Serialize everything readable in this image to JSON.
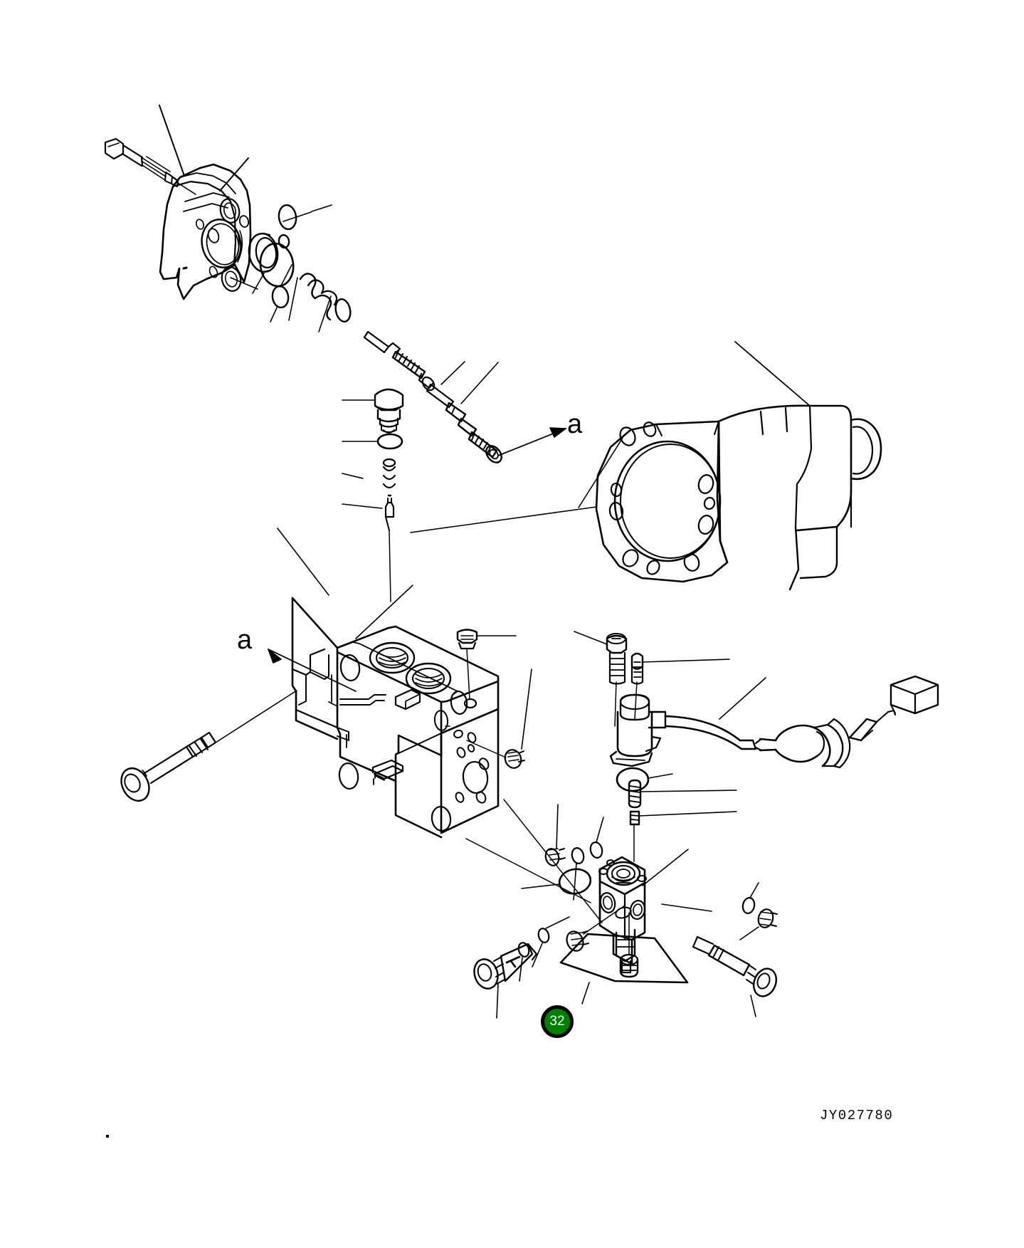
{
  "document": {
    "type": "exploded-parts-diagram",
    "drawing_number": "JY027780",
    "background_color": "#ffffff",
    "line_color": "#000000"
  },
  "badges": [
    {
      "number": "32",
      "fill_color": "#008000",
      "ring_color": "#000000",
      "text_color": "#ffffff"
    }
  ],
  "section_callouts": [
    {
      "letter": "a",
      "position": "upper-right-of-spool"
    },
    {
      "letter": "a",
      "position": "left-of-valve-block"
    }
  ],
  "assemblies": {
    "upper_left": {
      "name": "pump-head-cover-assembly",
      "parts": [
        "hex-head-bolt",
        "cover-housing",
        "seal-ring-large",
        "o-ring-medium",
        "o-ring-small",
        "backup-ring"
      ]
    },
    "spool": {
      "name": "spool-shaft-assembly",
      "parts": [
        "coil-spring",
        "washer",
        "threaded-spool-shaft",
        "collar"
      ]
    },
    "plug_stack": {
      "name": "relief-plug-stack",
      "parts": [
        "hex-plug",
        "o-ring",
        "compression-spring",
        "poppet-valve"
      ]
    },
    "center": {
      "name": "main-valve-block",
      "parts": [
        "valve-body",
        "socket-head-cap-screw",
        "port-plug-upper",
        "port-plug-side"
      ]
    },
    "right": {
      "name": "hydraulic-motor-assembly",
      "parts": [
        "motor-housing",
        "mounting-flange",
        "output-shaft-cap"
      ]
    },
    "solenoid": {
      "name": "solenoid-valve-assembly",
      "parts": [
        "socket-bolt-long",
        "socket-bolt-short",
        "solenoid-coil",
        "wire-harness",
        "rubber-boot-connector",
        "terminal-block",
        "o-ring-seal"
      ]
    },
    "lower_right": {
      "name": "pilot-valve-sub-assembly",
      "parts": [
        "spring-large",
        "spring-small",
        "pilot-valve-body",
        "o-ring-set",
        "plug-screw",
        "orifice-plug",
        "mounting-bolt-pair",
        "cartridge-plug"
      ]
    }
  },
  "corner_mark": {
    "visible": true
  }
}
